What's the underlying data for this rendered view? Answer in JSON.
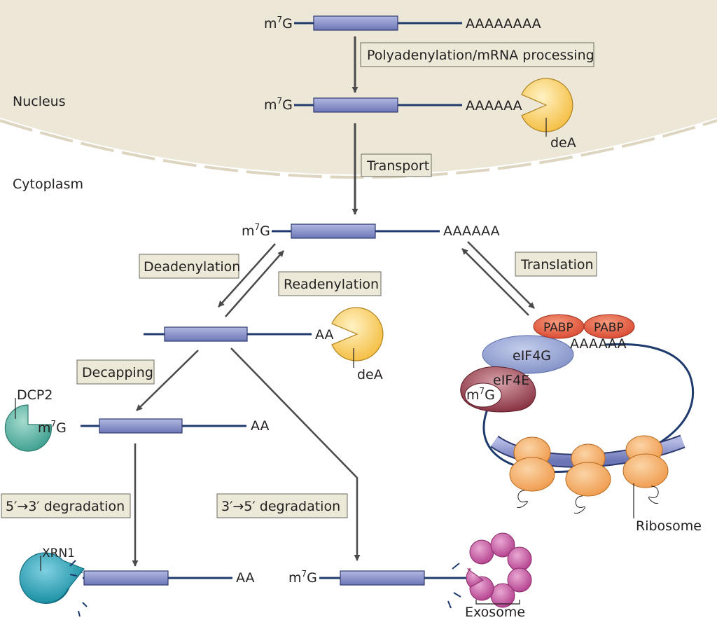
{
  "compartments": {
    "nucleus": "Nucleus",
    "cytoplasm": "Cytoplasm"
  },
  "steps": {
    "polyadenylation": "Polyadenylation/mRNA processing",
    "transport": "Transport",
    "deadenylation": "Deadenylation",
    "readenylation": "Readenylation",
    "translation": "Translation",
    "decapping": "Decapping",
    "degradation_5_3": "5′→3′ degradation",
    "degradation_3_5": "3′→5′ degradation"
  },
  "mrna": {
    "cap": "m",
    "cap_sup": "7",
    "cap_g": "G",
    "tail_long": "AAAAAAAA",
    "tail_mid": "AAAAAA",
    "tail_short": "AA"
  },
  "proteins": {
    "deadenylase": "deA",
    "pabp": "PABP",
    "eif4g": "eIF4G",
    "eif4e": "eIF4E",
    "ribosome": "Ribosome",
    "dcp2": "DCP2",
    "xrn1": "XRN1",
    "exosome": "Exosome"
  },
  "colors": {
    "membrane": "#ece6d6",
    "label_box": "#ece9d8",
    "mrna_line": "#1f3b6e",
    "orf": "#8a93c9",
    "deadenylase": "#f6c54d",
    "pabp": "#e0553c",
    "eif4g": "#8f9fcf",
    "eif4e": "#8b2b3c",
    "ribosome": "#f2a25a",
    "dcp2": "#4fb3a2",
    "xrn1": "#1fa2b8",
    "exosome": "#c44f9e",
    "arrow": "#4a4a4a"
  }
}
